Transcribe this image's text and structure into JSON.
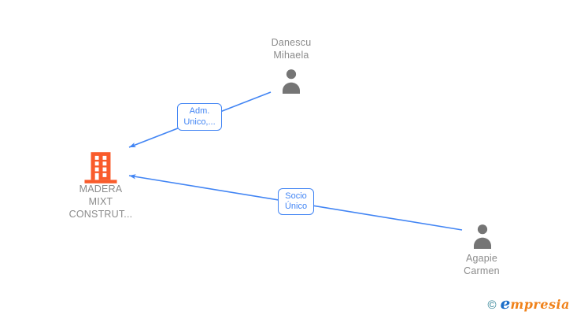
{
  "colors": {
    "edge_blue": "#4285F4",
    "node_gray": "#8b8b8b",
    "icon_gray": "#757575",
    "company_orange": "#F95B2B",
    "logo_teal": "#2B7F93",
    "logo_blue": "#1C6EC8",
    "logo_orange": "#F08119"
  },
  "nodes": {
    "danescu": {
      "label": "Danescu\nMihaela",
      "type": "person"
    },
    "company": {
      "label": "MADERA\nMIXT\nCONSTRUT...",
      "type": "company"
    },
    "agapie": {
      "label": "Agapie\nCarmen",
      "type": "person"
    }
  },
  "edges": {
    "adm": {
      "label": "Adm.\nUnico,...",
      "from": "danescu",
      "to": "company"
    },
    "socio": {
      "label": "Socio\nÚnico",
      "from": "agapie",
      "to": "company"
    }
  },
  "logo": {
    "copyright": "©",
    "first_letter": "e",
    "rest": "mpresia"
  }
}
